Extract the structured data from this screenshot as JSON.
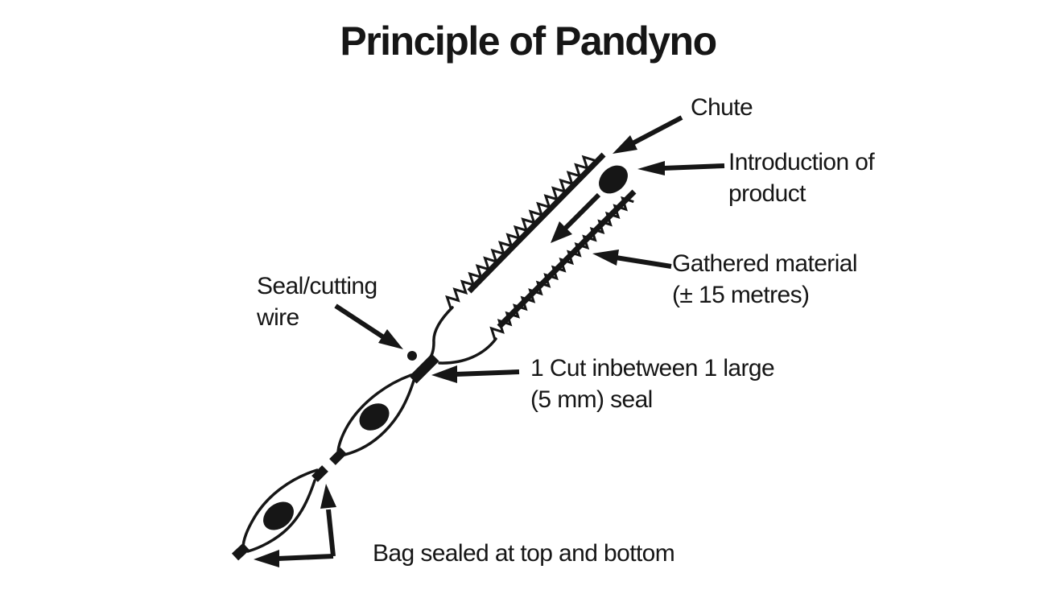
{
  "title": "Principle of Pandyno",
  "labels": {
    "chute": "Chute",
    "introduction": {
      "line1": "Introduction of",
      "line2": "product"
    },
    "gathered_material": {
      "line1": "Gathered material",
      "line2": "(± 15 metres)"
    },
    "seal_cutting_wire": {
      "line1": "Seal/cutting",
      "line2": "wire"
    },
    "cut_seal": {
      "line1": "1 Cut inbetween 1 large",
      "line2": "(5 mm) seal"
    },
    "bag_sealed": "Bag sealed at top and bottom"
  },
  "colors": {
    "ink": "#161616",
    "background": "#ffffff"
  }
}
